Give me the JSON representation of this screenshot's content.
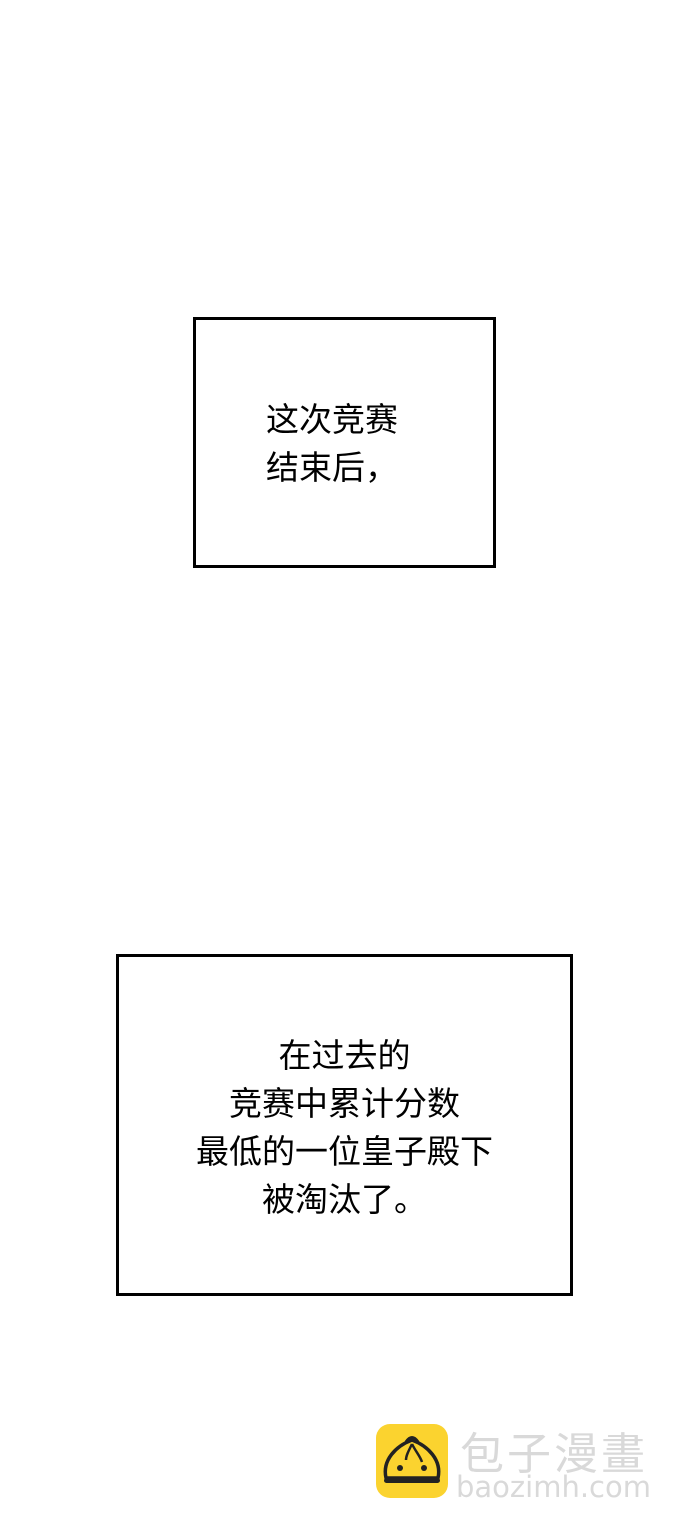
{
  "captions": [
    {
      "lines": [
        "这次竞赛",
        "结束后，"
      ]
    },
    {
      "lines": [
        "在过去的",
        "竞赛中累计分数",
        "最低的一位皇子殿下",
        "被淘汰了。"
      ]
    }
  ],
  "watermark": {
    "icon": "bun-logo-icon",
    "brand_cn": "包子漫畫",
    "brand_en": "baozimh.com",
    "accent": "#fbd32f"
  }
}
